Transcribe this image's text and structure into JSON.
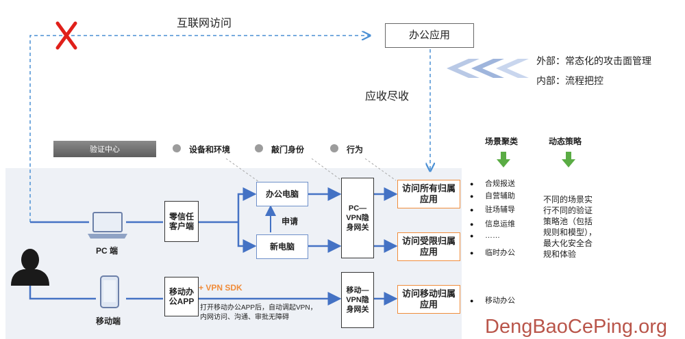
{
  "top": {
    "internet_access": "互联网访问",
    "office_app": "办公应用",
    "converge": "应收尽收",
    "external_note": "外部：常态化的攻击面管理",
    "internal_note": "内部：流程把控"
  },
  "auth": {
    "center": "验证中心",
    "factors": [
      "设备和环境",
      "敲门身份",
      "行为"
    ]
  },
  "devices": {
    "pc": "PC 端",
    "mobile": "移动端"
  },
  "clients": {
    "zero_trust": "零信任客户端",
    "mobile_app": "移动办公APP",
    "vpn_sdk": "+ VPN SDK",
    "mobile_note_1": "打开移动办公APP后，自动调起VPN，",
    "mobile_note_2": "内网访问、沟通、审批无障碍"
  },
  "computers": {
    "office_pc": "办公电脑",
    "new_pc": "新电脑",
    "apply": "申请"
  },
  "gateways": {
    "pc_gateway": "PC—VPN隐身网关",
    "mobile_gateway": "移动—VPN隐身网关"
  },
  "targets": {
    "all": "访问所有归属应用",
    "limited": "访问受限归属应用",
    "mobile": "访问移动归属应用"
  },
  "scenarios": {
    "title": "场景聚类",
    "items": [
      "合规报送",
      "自营辅助",
      "驻场辅导",
      "信息运维",
      "……",
      "临时办公"
    ],
    "mobile_item": "移动办公"
  },
  "policy": {
    "title": "动态策略",
    "text": "不同的场景实行不同的验证策略池（包括规则和模型），最大化安全合规和体验"
  },
  "watermark": "DengBaoCePing.org",
  "colors": {
    "line_blue": "#4472c4",
    "dash_blue": "#4a8fd4",
    "orange": "#f08c3a",
    "green": "#5aac44",
    "red": "#e0201a"
  }
}
